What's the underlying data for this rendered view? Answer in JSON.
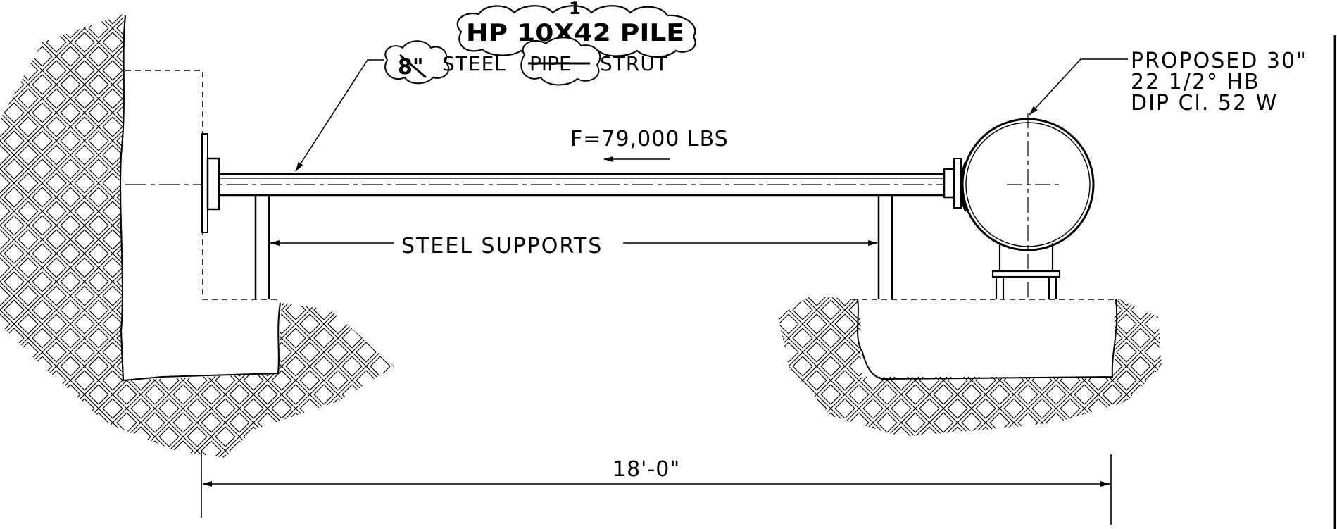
{
  "labels": {
    "revision_cloud_text": "HP 10X42 PILE",
    "revision_superscript": "1",
    "strut_struck_size": "8\"",
    "strut_steel": "STEEL",
    "strut_struck_pipe": "PIPE",
    "strut_word": "STRUT",
    "force": "F=79,000 LBS",
    "supports": "STEEL SUPPORTS",
    "proposed_line1": "PROPOSED 30\"",
    "proposed_line2": "22 1/2°  HB",
    "proposed_line3": "DIP Cl. 52  W",
    "dimension": "18'-0\""
  }
}
